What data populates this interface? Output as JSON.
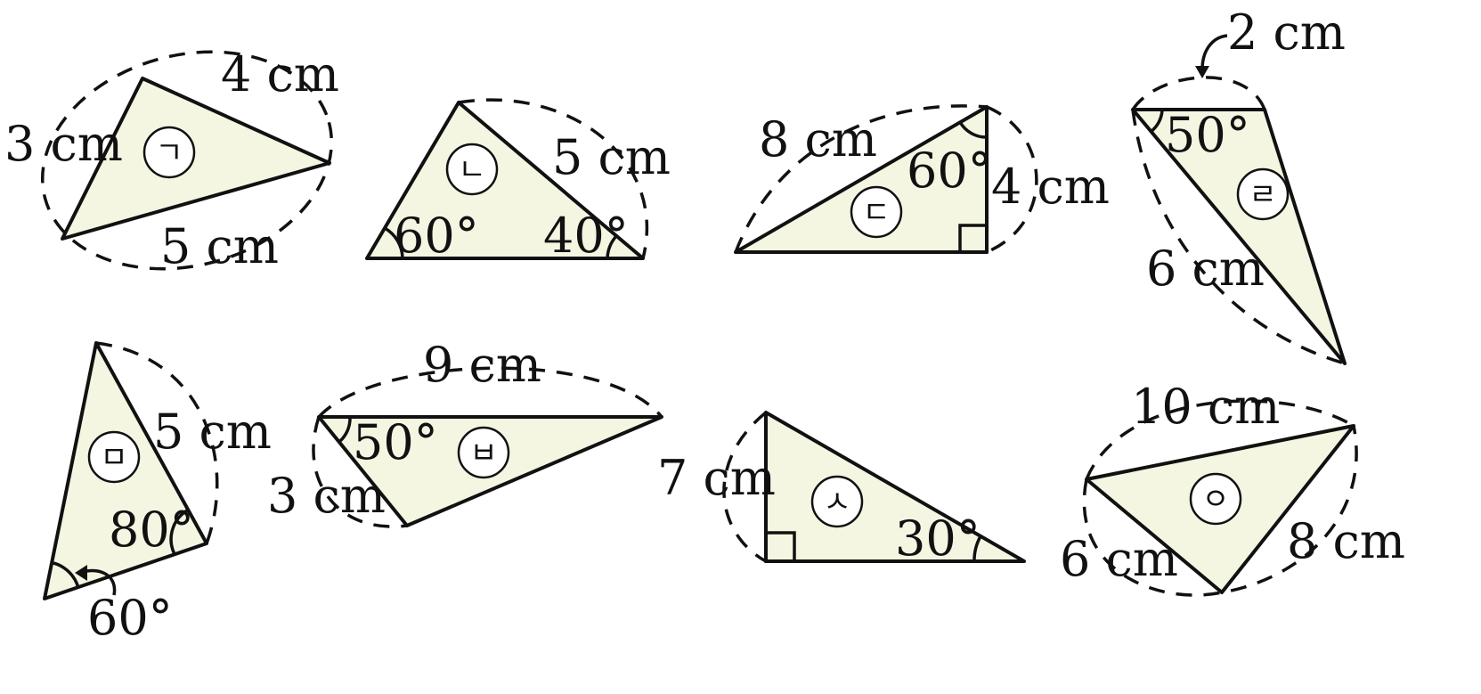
{
  "triangles": {
    "a": {
      "mark": "ㄱ",
      "side_left": "3 cm",
      "side_top": "4 cm",
      "side_bottom": "5 cm"
    },
    "b": {
      "mark": "ㄴ",
      "side_right": "5 cm",
      "angle_left": "60°",
      "angle_right": "40°"
    },
    "c": {
      "mark": "ㄷ",
      "hypotenuse": "8 cm",
      "side_right": "4 cm",
      "angle_top": "60°",
      "right_angle": true
    },
    "d": {
      "mark": "ㄹ",
      "side_top": "2 cm",
      "side_long": "6 cm",
      "angle_top": "50°"
    },
    "e": {
      "mark": "ㅁ",
      "side_right": "5 cm",
      "angle_right": "80°",
      "angle_left": "60°"
    },
    "f": {
      "mark": "ㅂ",
      "side_top": "9 cm",
      "side_left": "3 cm",
      "angle_left": "50°"
    },
    "g": {
      "mark": "ㅅ",
      "side_left": "7 cm",
      "angle_right": "30°",
      "right_angle": true
    },
    "h": {
      "mark": "ㅇ",
      "side_top": "10 cm",
      "side_left": "6 cm",
      "side_right": "8 cm"
    }
  }
}
